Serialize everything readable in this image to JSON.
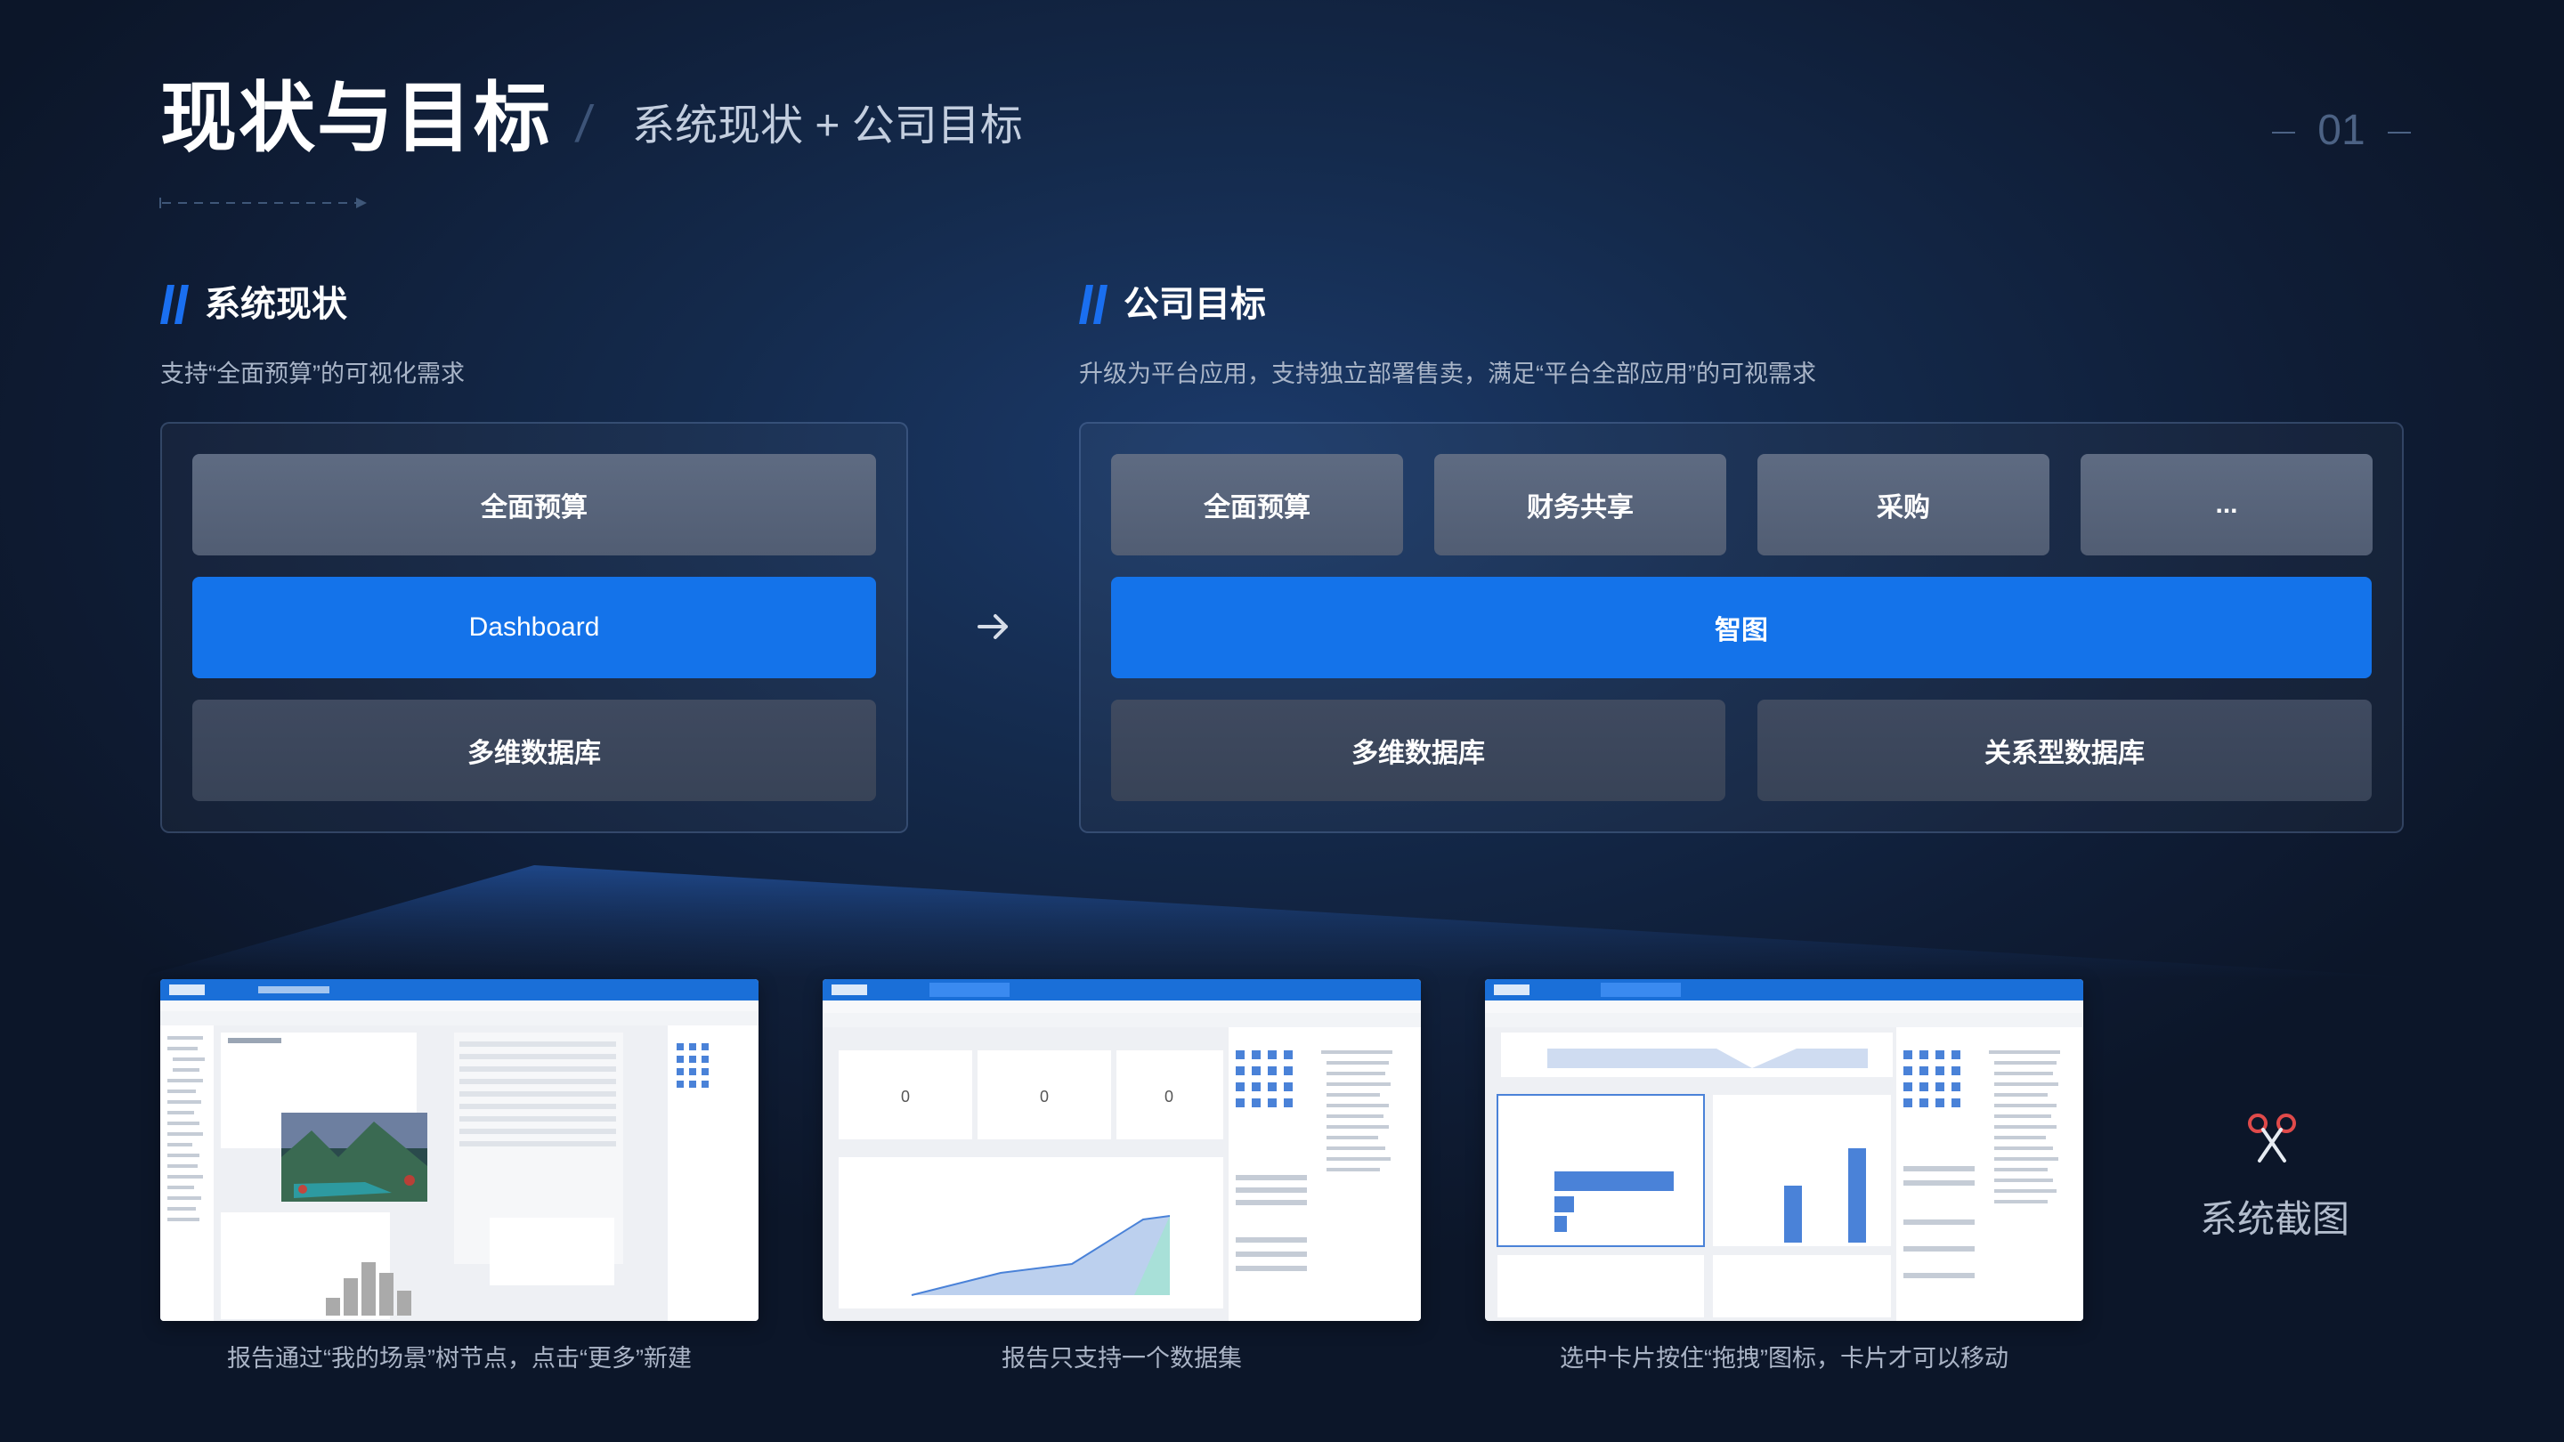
{
  "header": {
    "title": "现状与目标",
    "separator": "/",
    "subtitle": "系统现状 + 公司目标",
    "page_number": "01"
  },
  "current": {
    "title": "系统现状",
    "description": "支持“全面预算”的可视化需求",
    "items": [
      "全面预算",
      "Dashboard",
      "多维数据库"
    ]
  },
  "target": {
    "title": "公司目标",
    "description": "升级为平台应用，支持独立部署售卖，满足“平台全部应用”的可视需求",
    "apps": [
      "全面预算",
      "财务共享",
      "采购",
      "..."
    ],
    "platform": "智图",
    "databases": [
      "多维数据库",
      "关系型数据库"
    ]
  },
  "screenshots": [
    {
      "caption": "报告通过“我的场景”树节点，点击“更多”新建"
    },
    {
      "caption": "报告只支持一个数据集"
    },
    {
      "caption": "选中卡片按住“拖拽”图标，卡片才可以移动"
    }
  ],
  "screenshot_label": "系统截图",
  "colors": {
    "accent": "#1473ea",
    "chip": "#56627a",
    "chip_dark": "#3c475c"
  },
  "icons": {
    "arrow": "arrow-right-icon",
    "scissors": "scissors-icon"
  }
}
